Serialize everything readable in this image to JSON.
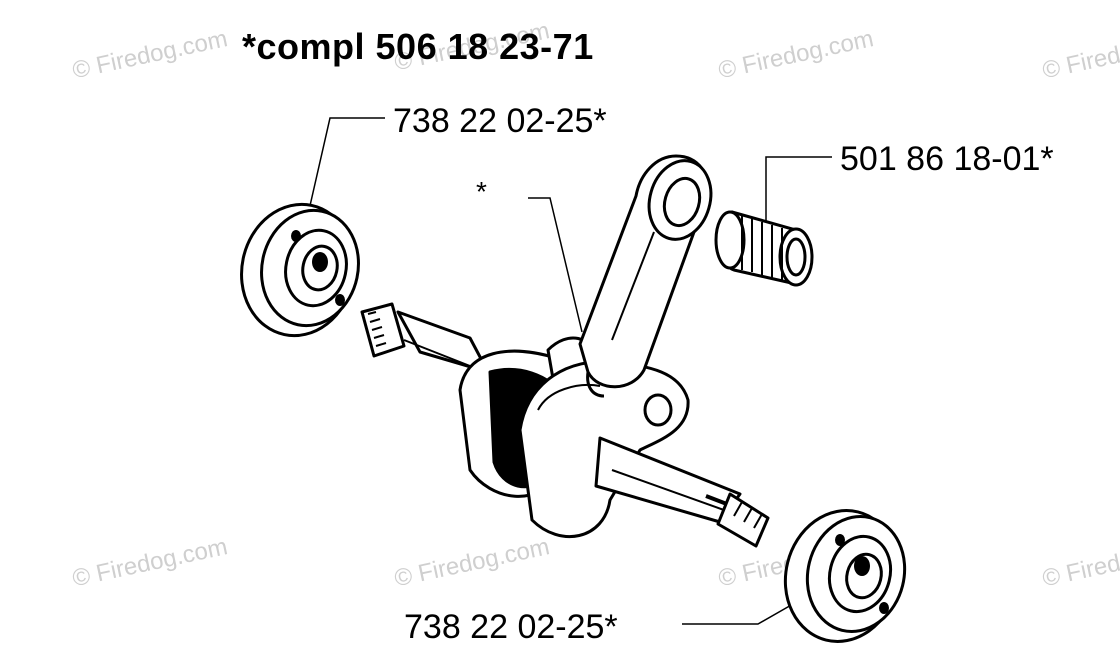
{
  "watermark": {
    "text": "© Firedog.com",
    "color": "#cfcfcf"
  },
  "labels": {
    "title": "*compl 506 18 23-71",
    "top_bearing": "738 22 02-25*",
    "needle_bearing": "501 86 18-01*",
    "connecting_rod": "*",
    "bottom_bearing": "738 22 02-25*"
  },
  "parts": [
    {
      "id": "ball-bearing-top",
      "icon": "ball-bearing-icon"
    },
    {
      "id": "needle-bearing",
      "icon": "needle-bearing-icon"
    },
    {
      "id": "crankshaft",
      "icon": "crankshaft-icon"
    },
    {
      "id": "connecting-rod",
      "icon": "connecting-rod-icon"
    },
    {
      "id": "ball-bearing-bottom",
      "icon": "ball-bearing-icon"
    }
  ]
}
